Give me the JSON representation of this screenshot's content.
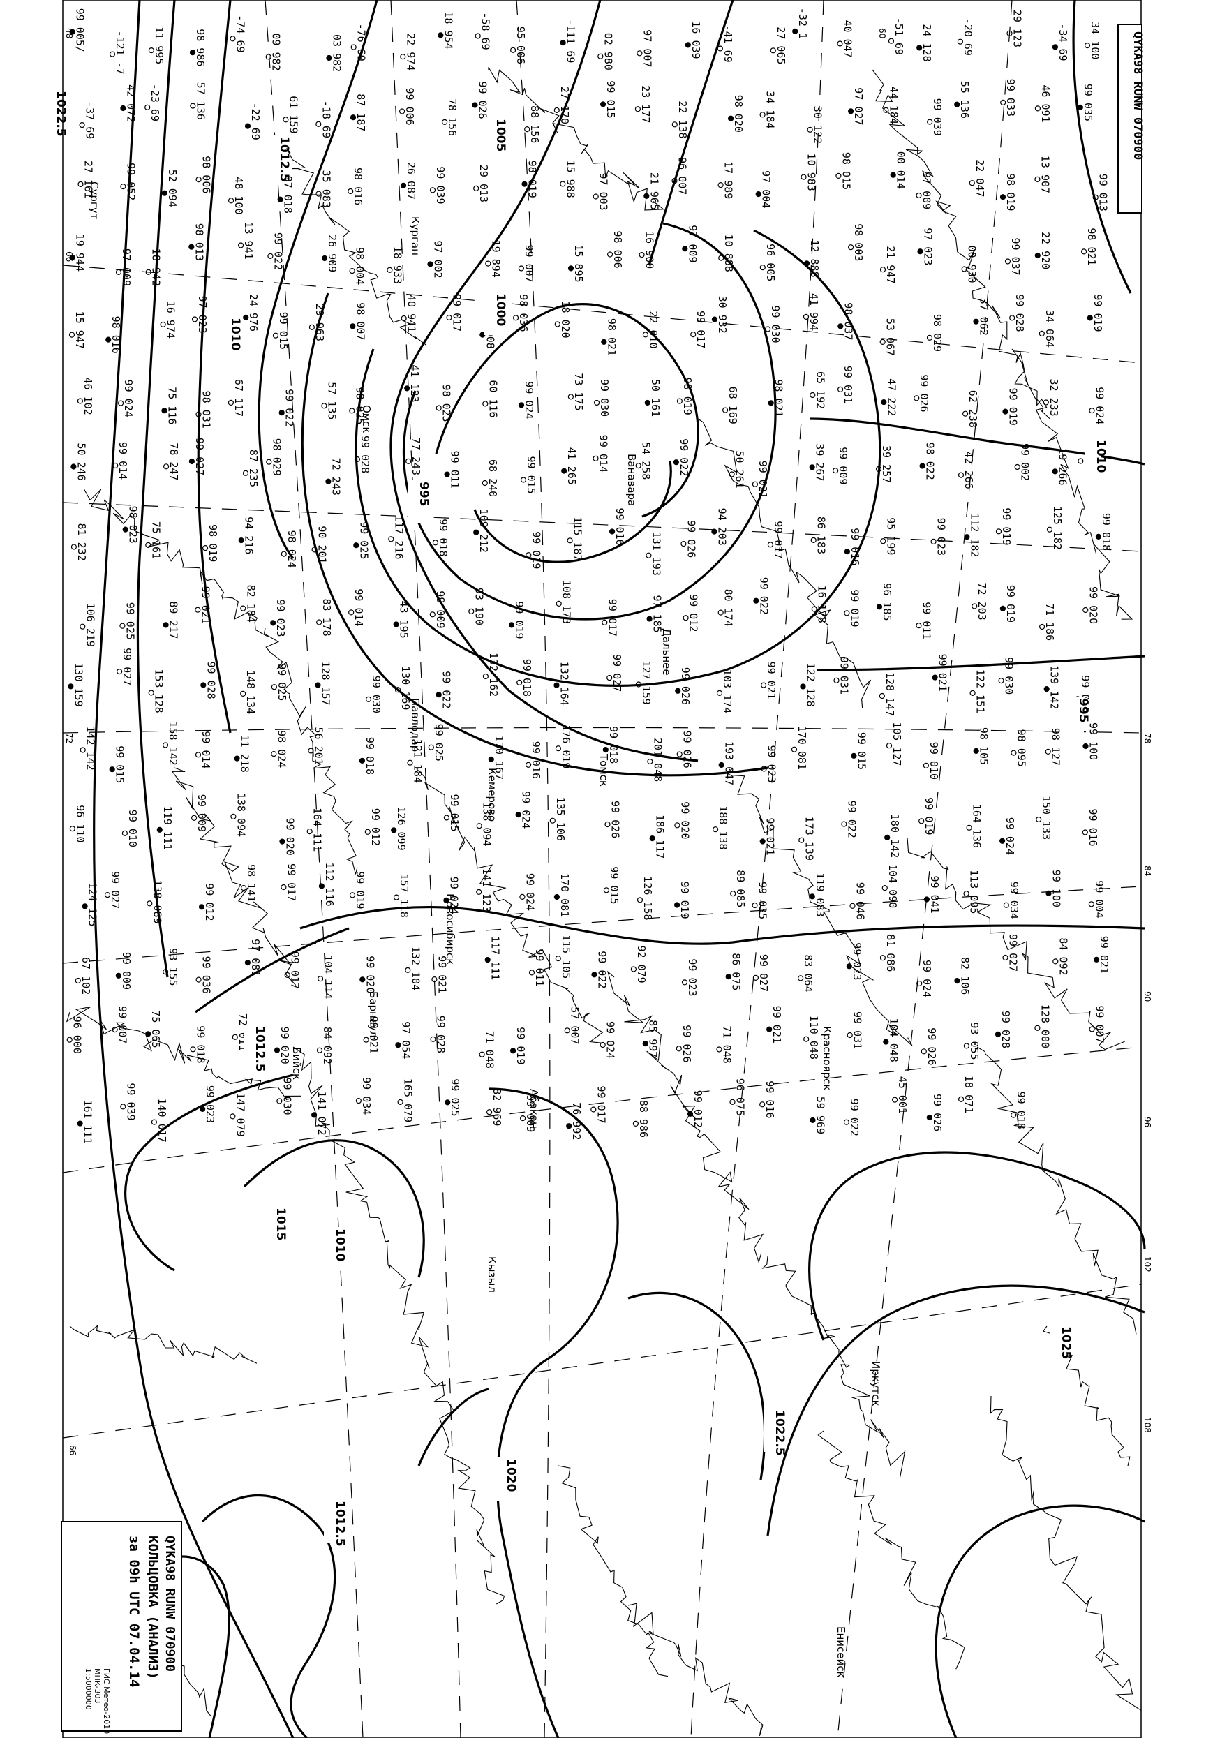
{
  "header_top": {
    "text": "QYKA98 RUNW 070900"
  },
  "header_bottom": {
    "line1": "QYKA98  RUNW  070900",
    "line2": "КОЛЬЦОВКА (АНАЛИЗ)",
    "line3": "за 09h UTC 07.04.14",
    "footer1": "ГИС Метео-2010",
    "footer2": "МПК-303",
    "footer3": "1:5000000"
  },
  "isobar_labels": [
    "1022.5",
    "1012.5",
    "1010",
    "1005",
    "1000",
    "995",
    "1010",
    "1012.5",
    "1020",
    "1022.5",
    "1025",
    "1012.5",
    "995",
    "1015",
    "1010"
  ],
  "edge_numbers": [
    "48",
    "66",
    "72",
    "78",
    "84",
    "90",
    "96",
    "102",
    "108",
    "66",
    "60",
    "96"
  ],
  "city_names": [
    "Сургут",
    "Курган",
    "Омск",
    "Павлодар",
    "Новосибирск",
    "Барнаул",
    "Кемерово",
    "Красноярск",
    "Абакан",
    "Иркутск",
    "Енисейск",
    "Ванавара",
    "Томск",
    "Кызыл",
    "Бийск",
    "Дальнее"
  ],
  "stations": [
    "99 005/",
    "-121 -7",
    "11 995",
    "98 986",
    "-74 69",
    "09 982",
    "03 982",
    "-76 69",
    "22 974",
    "18 954",
    "-58 69",
    "95 006",
    "-111 69",
    "02 980",
    "97 007",
    "16 039",
    "-41 69",
    "27 065",
    "-32 1",
    "40 047",
    "-51 69",
    "24 128",
    "-20 69",
    "29 123",
    "-34 69",
    "34 100",
    "-37 69",
    "42 072",
    "-23 69",
    "57 136",
    "-22 69",
    "61 159",
    "-18 69",
    "87 187",
    "99 006",
    "78 156",
    "99 028",
    "88 156",
    "27 170",
    "99 015",
    "23 177",
    "22 138",
    "98 020",
    "34 184",
    "30 122",
    "97 027",
    "44 184",
    "99 039",
    "55 136",
    "99 033",
    "46 091",
    "99 035",
    "27 161",
    "99 052",
    "52 094",
    "98 006",
    "48 100",
    "97 018",
    "35 083",
    "98 016",
    "26 087",
    "99 039",
    "29 013",
    "98 019",
    "15 988",
    "97 003",
    "21 965",
    "96 007",
    "17 989",
    "97 004",
    "10 983",
    "98 015",
    "00 014",
    "97 009",
    "22 047",
    "98 019",
    "13 907",
    "99 013",
    "19 944",
    "97 009",
    "18 942",
    "98 013",
    "13 941",
    "99 022",
    "26 909",
    "98 004",
    "18 933",
    "97 002",
    "19 894",
    "99 007",
    "15 895",
    "98 006",
    "16 900",
    "97 009",
    "10 888",
    "96 005",
    "12 888",
    "98 003",
    "21 947",
    "97 023",
    "00 930",
    "99 037",
    "22 920",
    "98 021",
    "15 947",
    "98 016",
    "16 974",
    "97 023",
    "24 976",
    "99 015",
    "29 963",
    "98 007",
    "40 941",
    "99 017",
    "45 008",
    "98 036",
    "18 020",
    "98 021",
    "22 010",
    "99 017",
    "30 932",
    "99 030",
    "41 994",
    "98 037",
    "53 067",
    "98 029",
    "37 062",
    "99 028",
    "34 064",
    "99 019",
    "46 102",
    "99 024",
    "75 116",
    "98 031",
    "67 117",
    "99 022",
    "57 135",
    "98 025",
    "41 123",
    "98 023",
    "60 116",
    "99 024",
    "73 175",
    "99 030",
    "50 161",
    "98 019",
    "68 169",
    "98 021",
    "65 192",
    "99 031",
    "47 222",
    "99 026",
    "62 238",
    "99 019",
    "32 233",
    "99 024",
    "50 246",
    "99 014",
    "78 247",
    "99 027",
    "87 235",
    "98 029",
    "72 243",
    "99 028",
    "77 243",
    "99 011",
    "68 240",
    "99 015",
    "41 265",
    "99 014",
    "54 258",
    "99 022",
    "50 261",
    "99 021",
    "39 267",
    "99 009",
    "39 257",
    "98 022",
    "42 266",
    "99 002",
    "19 266",
    "98 021",
    "81 232",
    "98 023",
    "75 161",
    "98 019",
    "94 216",
    "98 024",
    "90 201",
    "99 025",
    "117 216",
    "99 018",
    "109 212",
    "99 019",
    "115 187",
    "99 016",
    "131 193",
    "99 026",
    "94 203",
    "99 017",
    "86 183",
    "99 016",
    "95 199",
    "99 023",
    "112 182",
    "99 019",
    "125 182",
    "99 018",
    "106 219",
    "99 025",
    "89 217",
    "99 021",
    "82 184",
    "99 023",
    "83 178",
    "99 014",
    "43 195",
    "99 009",
    "93 190",
    "99 019",
    "108 173",
    "99 017",
    "97 185",
    "99 012",
    "80 174",
    "99 022",
    "16 178",
    "99 019",
    "96 185",
    "99 011",
    "72 203",
    "99 019",
    "71 186",
    "99 020",
    "130 159",
    "99 027",
    "153 128",
    "99 028",
    "148 134",
    "99 025",
    "128 157",
    "99 030",
    "130 169",
    "99 022",
    "132 162",
    "99 018",
    "132 164",
    "99 027",
    "127 159",
    "99 026",
    "103 174",
    "99 021",
    "122 128",
    "99 031",
    "128 147",
    "99 021",
    "122 151",
    "99 030",
    "139 142",
    "99 016",
    "142 142",
    "99 015",
    "158 142",
    "99 014",
    "11 218",
    "98 024",
    "56 201",
    "99 018",
    "121 184",
    "99 025",
    "170 167",
    "99 016",
    "176 019",
    "99 018",
    "201 048",
    "99 026",
    "193 047",
    "99 023",
    "170 081",
    "99 015",
    "105 127",
    "99 010",
    "98 105",
    "98 095",
    "98 127",
    "99 100",
    "96 110",
    "99 010",
    "119 111",
    "99 009",
    "138 094",
    "99 020",
    "164 111",
    "99 012",
    "126 099",
    "99 015",
    "138 094",
    "99 024",
    "135 106",
    "99 026",
    "186 117",
    "99 020",
    "188 138",
    "99 021",
    "173 139",
    "99 022",
    "180 142",
    "99 019",
    "164 136",
    "99 024",
    "150 133",
    "99 016",
    "124 125",
    "99 027",
    "138 089",
    "99 012",
    "98 141",
    "99 017",
    "112 116",
    "99 019",
    "157 118",
    "99 024",
    "141 123",
    "99 024",
    "170 081",
    "99 015",
    "126 158",
    "99 019",
    "89 085",
    "99 035",
    "119 083",
    "99 046",
    "104 090",
    "99 041",
    "113 095",
    "99 034",
    "99 100",
    "99 004",
    "67 102",
    "99 009",
    "93 155",
    "99 036",
    "97 081",
    "99 017",
    "104 114",
    "99 020",
    "132 104",
    "99 021",
    "117 111",
    "99 011",
    "115 105",
    "99 022",
    "92 079",
    "99 023",
    "86 075",
    "99 027",
    "83 064",
    "99 023",
    "81 086",
    "99 024",
    "82 106",
    "99 027",
    "84 092",
    "99 021",
    "96 000",
    "99 007",
    "75 065",
    "99 018",
    "72 011",
    "99 020",
    "84 092",
    "99 021",
    "97 054",
    "99 028",
    "71 048",
    "99 019",
    "57 007",
    "99 024",
    "85 997",
    "99 026",
    "71 048",
    "99 021",
    "110 048",
    "99 031",
    "104 048",
    "99 026",
    "93 055",
    "99 028",
    "128 000",
    "99 007",
    "161 111",
    "99 039",
    "140 017",
    "99 023",
    "147 079",
    "99 030",
    "141 072",
    "99 034",
    "165 079",
    "99 025",
    "82 969",
    "99 009",
    "76 992",
    "99 017",
    "88 986",
    "99 012",
    "96 075",
    "99 016",
    "59 969",
    "99 022",
    "45 001",
    "99 026",
    "18 071",
    "99 018"
  ]
}
